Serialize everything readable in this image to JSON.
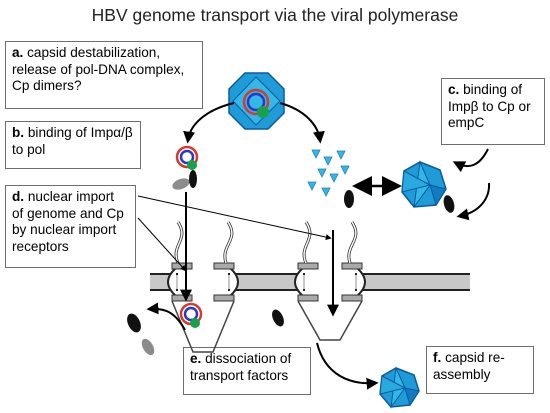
{
  "title": "HBV genome transport via the viral polymerase",
  "steps": [
    {
      "letter": "a.",
      "text": "capsid destabilization, release of pol-DNA complex, Cp dimers?"
    },
    {
      "letter": "b.",
      "text": "binding of Impα/β to pol"
    },
    {
      "letter": "c.",
      "text": "binding of Impβ to Cp or empC"
    },
    {
      "letter": "d.",
      "text": "nuclear import of genome and Cp by nuclear import receptors"
    },
    {
      "letter": "e.",
      "text": "dissociation of transport factors"
    },
    {
      "letter": "f.",
      "text": "capsid re-assembly"
    }
  ],
  "colors": {
    "capsid": "#1f9bd8",
    "capsid_dark": "#0b5aa0",
    "cp_dimer": "#33b7e6",
    "importin": "#111111",
    "importin_grey": "#8c8c8c",
    "dna_red": "#d63a2a",
    "dna_blue": "#2b36c9",
    "polymerase": "#1aa04a",
    "membrane": "#c8c8c8"
  }
}
